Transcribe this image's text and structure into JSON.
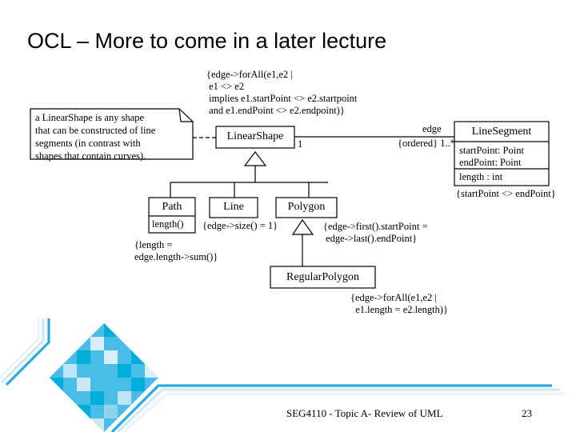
{
  "slide": {
    "title": "OCL – More to come in a later lecture",
    "footer_text": "SEG4110 - Topic A-  Review of UML",
    "page_number": "23"
  },
  "colors": {
    "accent_cyan": "#29ABE2",
    "accent_cyan_bright": "#00B4E4",
    "accent_pale": "#CDE8F5",
    "accent_faint": "#E8F4FB",
    "line_black": "#000000",
    "background": "#FFFFFF"
  },
  "note": {
    "name": "linear-shape-note",
    "text": "a LinearShape is any shape\nthat can be constructed of line\nsegments (in contrast with\nshapes that contain curves)."
  },
  "classes": [
    {
      "id": "linear-shape",
      "name": "LinearShape",
      "compartments": []
    },
    {
      "id": "line-segment",
      "name": "LineSegment",
      "compartments": [
        [
          "startPoint: Point",
          "endPoint: Point"
        ],
        [
          "length : int"
        ]
      ]
    },
    {
      "id": "path",
      "name": "Path",
      "compartments": [
        [
          "length()"
        ]
      ]
    },
    {
      "id": "line",
      "name": "Line",
      "compartments": []
    },
    {
      "id": "polygon",
      "name": "Polygon",
      "compartments": []
    },
    {
      "id": "regular-polygon",
      "name": "RegularPolygon",
      "compartments": []
    }
  ],
  "association": {
    "role_label": "edge",
    "source_multiplicity": "1",
    "target_multiplicity": "{ordered} 1..*"
  },
  "constraints": {
    "linear_shape_edges": "{edge->forAll(e1,e2 |\n e1 <> e2\n implies e1.startPoint <> e2.startpoint\n and e1.endPoint <> e2.endpoint)}",
    "line_segment": "{startPoint <> endPoint}",
    "path_length": "{length =\nedge.length->sum()}",
    "line_size": "{edge->size() = 1}",
    "polygon_closed": "{edge->first().startPoint =\n edge->last().endPoint}",
    "regular_polygon": "{edge->forAll(e1,e2 |\n  e1.length = e2.length)}"
  }
}
